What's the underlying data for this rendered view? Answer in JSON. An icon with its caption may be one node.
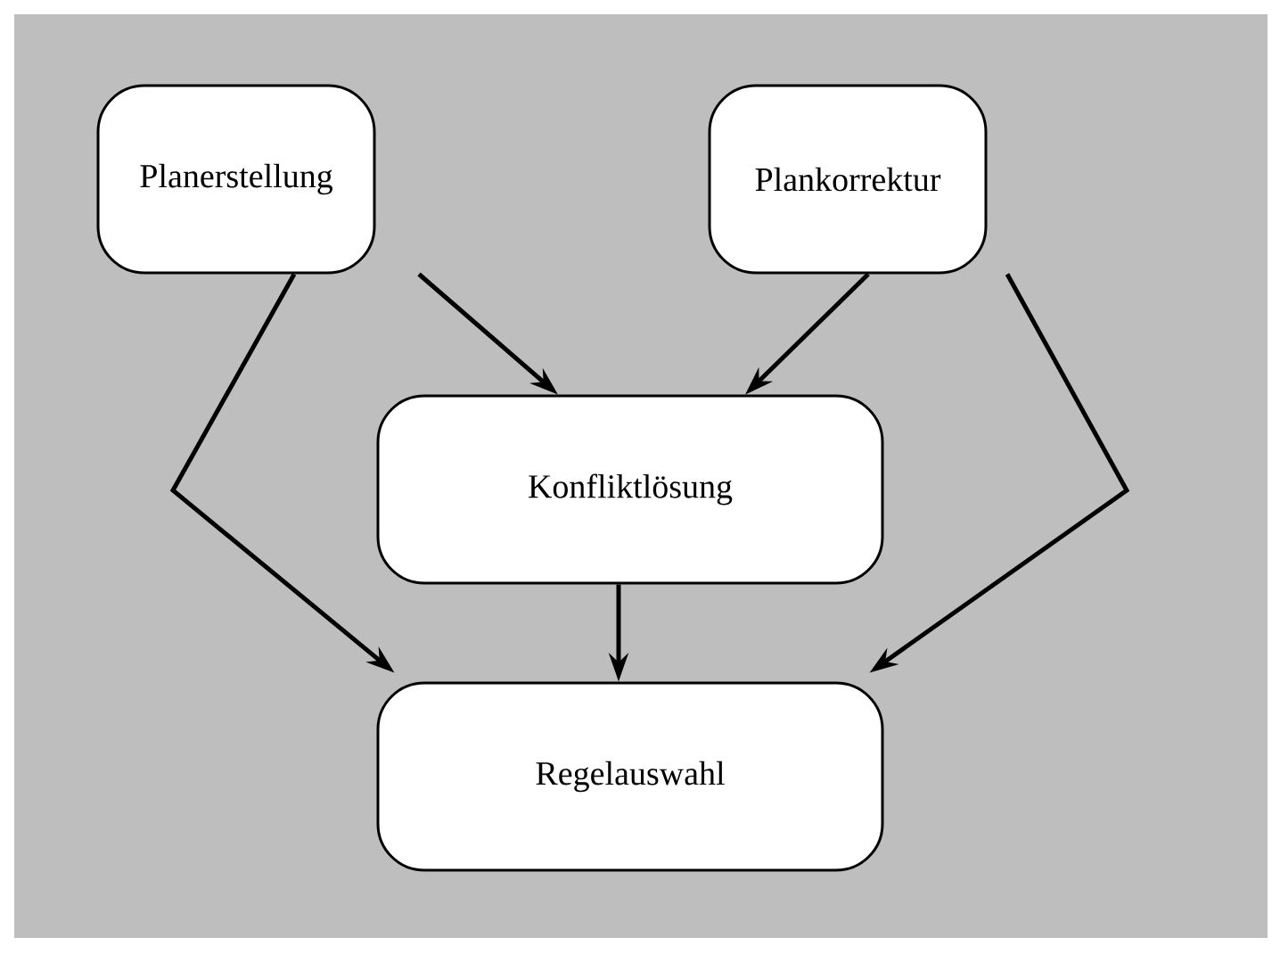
{
  "diagram": {
    "nodes": [
      {
        "text": [
          "Planerstellung"
        ]
      },
      {
        "text": [
          "Plankorrektur"
        ]
      },
      {
        "text": [
          "Konfliktlösung"
        ]
      },
      {
        "text": [
          "Regelauswahl"
        ]
      }
    ],
    "edges": [
      {
        "from": 0,
        "to": 2,
        "arrow": "to"
      },
      {
        "from": 1,
        "to": 2,
        "arrow": "to"
      },
      {
        "from": 2,
        "to": 3,
        "arrow": "to"
      },
      {
        "from": 0,
        "to": 3,
        "arrow": "to"
      },
      {
        "from": 1,
        "to": 3,
        "arrow": "to"
      }
    ]
  }
}
